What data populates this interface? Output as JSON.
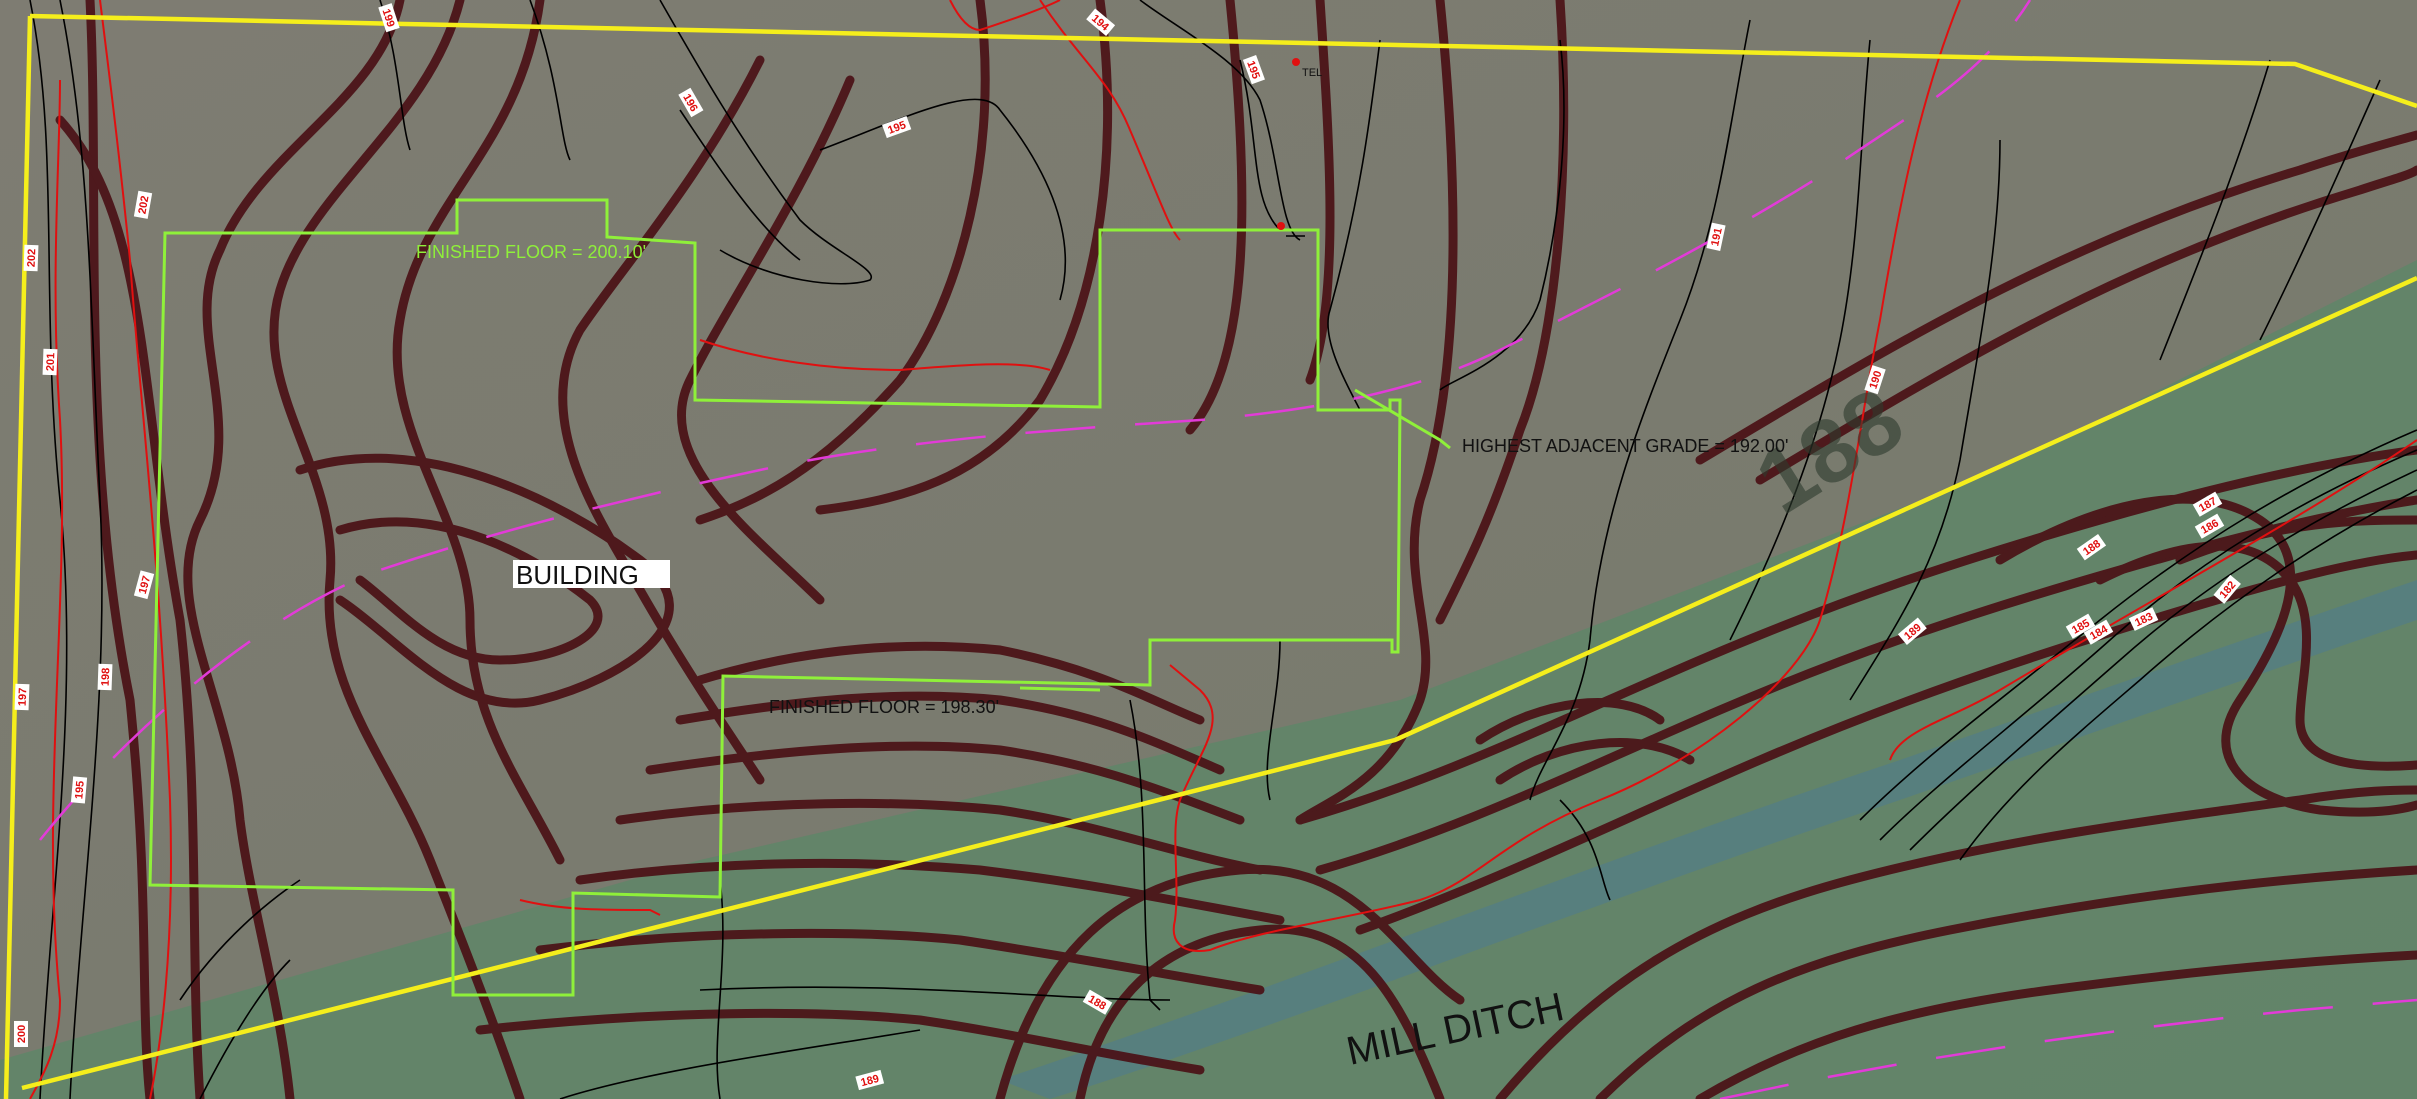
{
  "map": {
    "labels": {
      "finished_floor_upper": "FINISHED FLOOR = 200.10'",
      "finished_floor_lower": "FINISHED FLOOR = 198.30'",
      "highest_adjacent_grade": "HIGHEST ADJACENT GRADE = 192.00'",
      "building": "BUILDING",
      "mill_ditch": "MILL DITCH",
      "tel": "TEL",
      "big_contour_label": "188"
    },
    "contour_labels": [
      "199",
      "196",
      "195",
      "194",
      "195",
      "202",
      "202",
      "201",
      "197",
      "198",
      "197",
      "195",
      "200",
      "191",
      "190",
      "189",
      "188",
      "187",
      "186",
      "185",
      "184",
      "183",
      "182",
      "188",
      "189"
    ],
    "colors": {
      "background": "#7d7c72",
      "boundary": "#f5ee1c",
      "building_outline": "#8ff03a",
      "contour_major": "#4a0f14",
      "contour_minor": "#000000",
      "contour_red": "#e01010",
      "dashed_line": "#e23bd8",
      "ground_green": "#5f8669",
      "water": "#4f7c8f"
    }
  }
}
